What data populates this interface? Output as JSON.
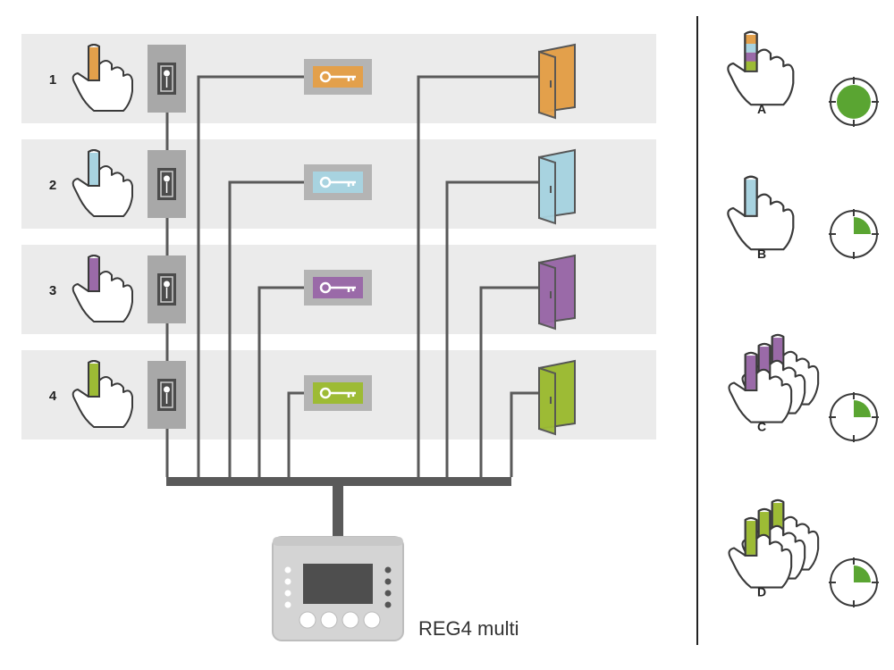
{
  "rows": [
    {
      "number": "1",
      "color": "#e3a04b"
    },
    {
      "number": "2",
      "color": "#a8d3e0"
    },
    {
      "number": "3",
      "color": "#9a6aa8"
    },
    {
      "number": "4",
      "color": "#9dbb35"
    }
  ],
  "cases": [
    {
      "letter": "A",
      "timer": "full",
      "finger_colors": [
        "#e3a04b",
        "#a8d3e0",
        "#9a6aa8",
        "#9dbb35"
      ],
      "fingers": 1
    },
    {
      "letter": "B",
      "timer": "quarter",
      "finger_colors": [
        "#a8d3e0"
      ],
      "fingers": 1
    },
    {
      "letter": "C",
      "timer": "quarter",
      "finger_colors": [
        "#9a6aa8"
      ],
      "fingers": 3
    },
    {
      "letter": "D",
      "timer": "quarter",
      "finger_colors": [
        "#9dbb35"
      ],
      "fingers": 3
    }
  ],
  "device": {
    "label": "REG4 multi"
  },
  "colors": {
    "row_bg": "#ebebeb",
    "wire": "#5a5a5a",
    "timer_green": "#5aa532",
    "reader": "#a8a8a8",
    "key_panel": "#b4b4b4"
  },
  "icons": [
    "hand-icon",
    "fingerprint-reader-icon",
    "key-icon",
    "door-icon",
    "timer-icon",
    "controller-icon"
  ]
}
